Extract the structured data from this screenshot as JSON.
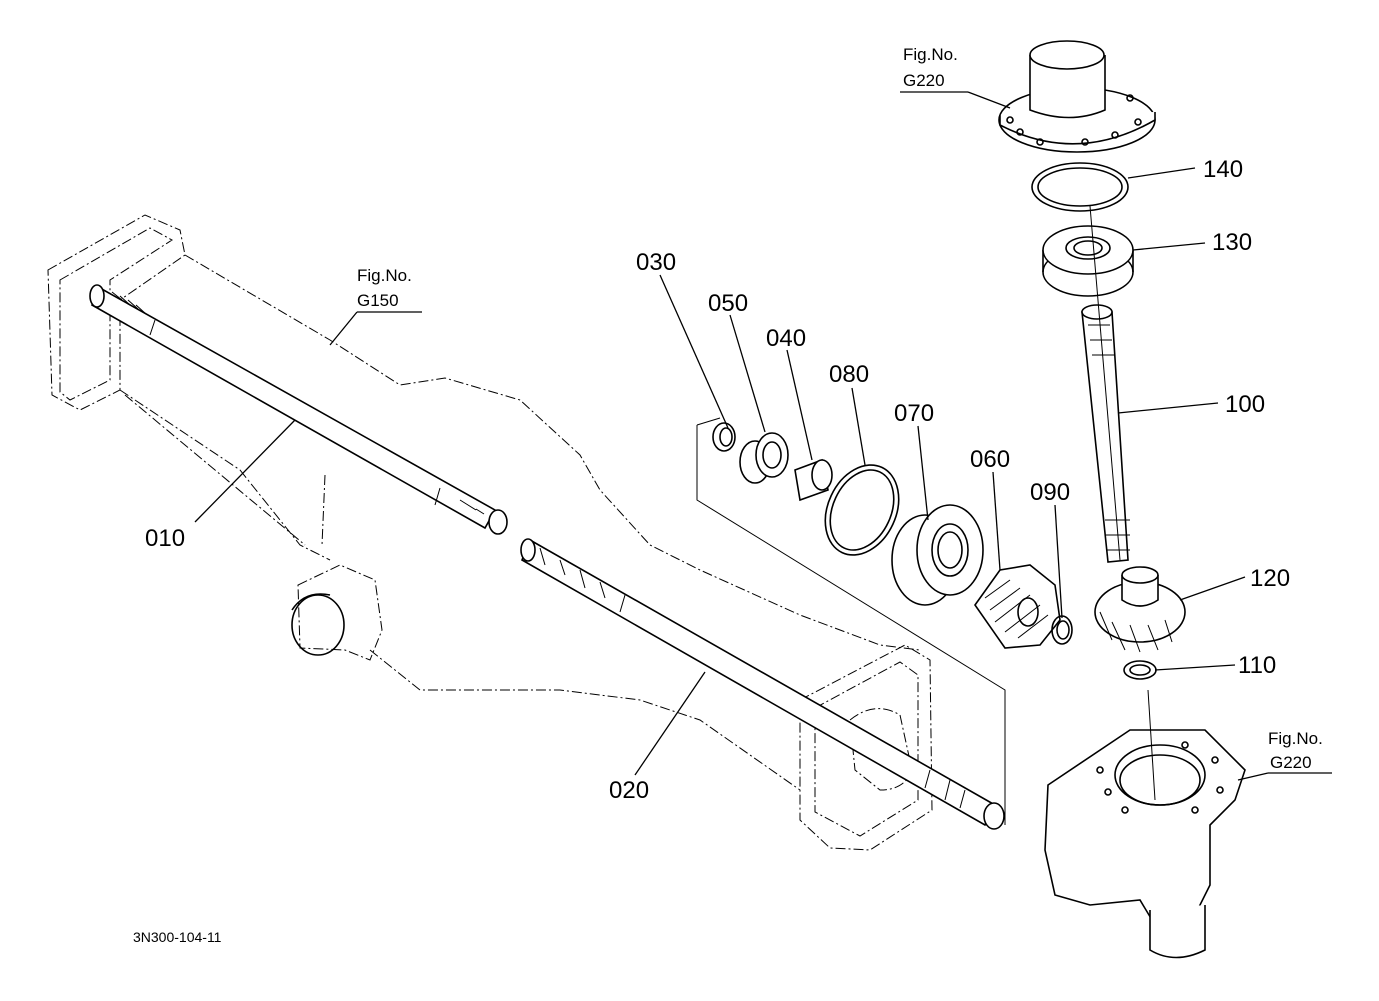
{
  "figure_refs": [
    {
      "fig": "Fig.No.",
      "no": "G220"
    },
    {
      "fig": "Fig.No.",
      "no": "G150"
    },
    {
      "fig": "Fig.No.",
      "no": "G220"
    }
  ],
  "part_numbers": [
    "140",
    "130",
    "030",
    "050",
    "040",
    "080",
    "070",
    "060",
    "090",
    "100",
    "120",
    "110",
    "010",
    "020"
  ],
  "drawing_code": "3N300-104-11"
}
